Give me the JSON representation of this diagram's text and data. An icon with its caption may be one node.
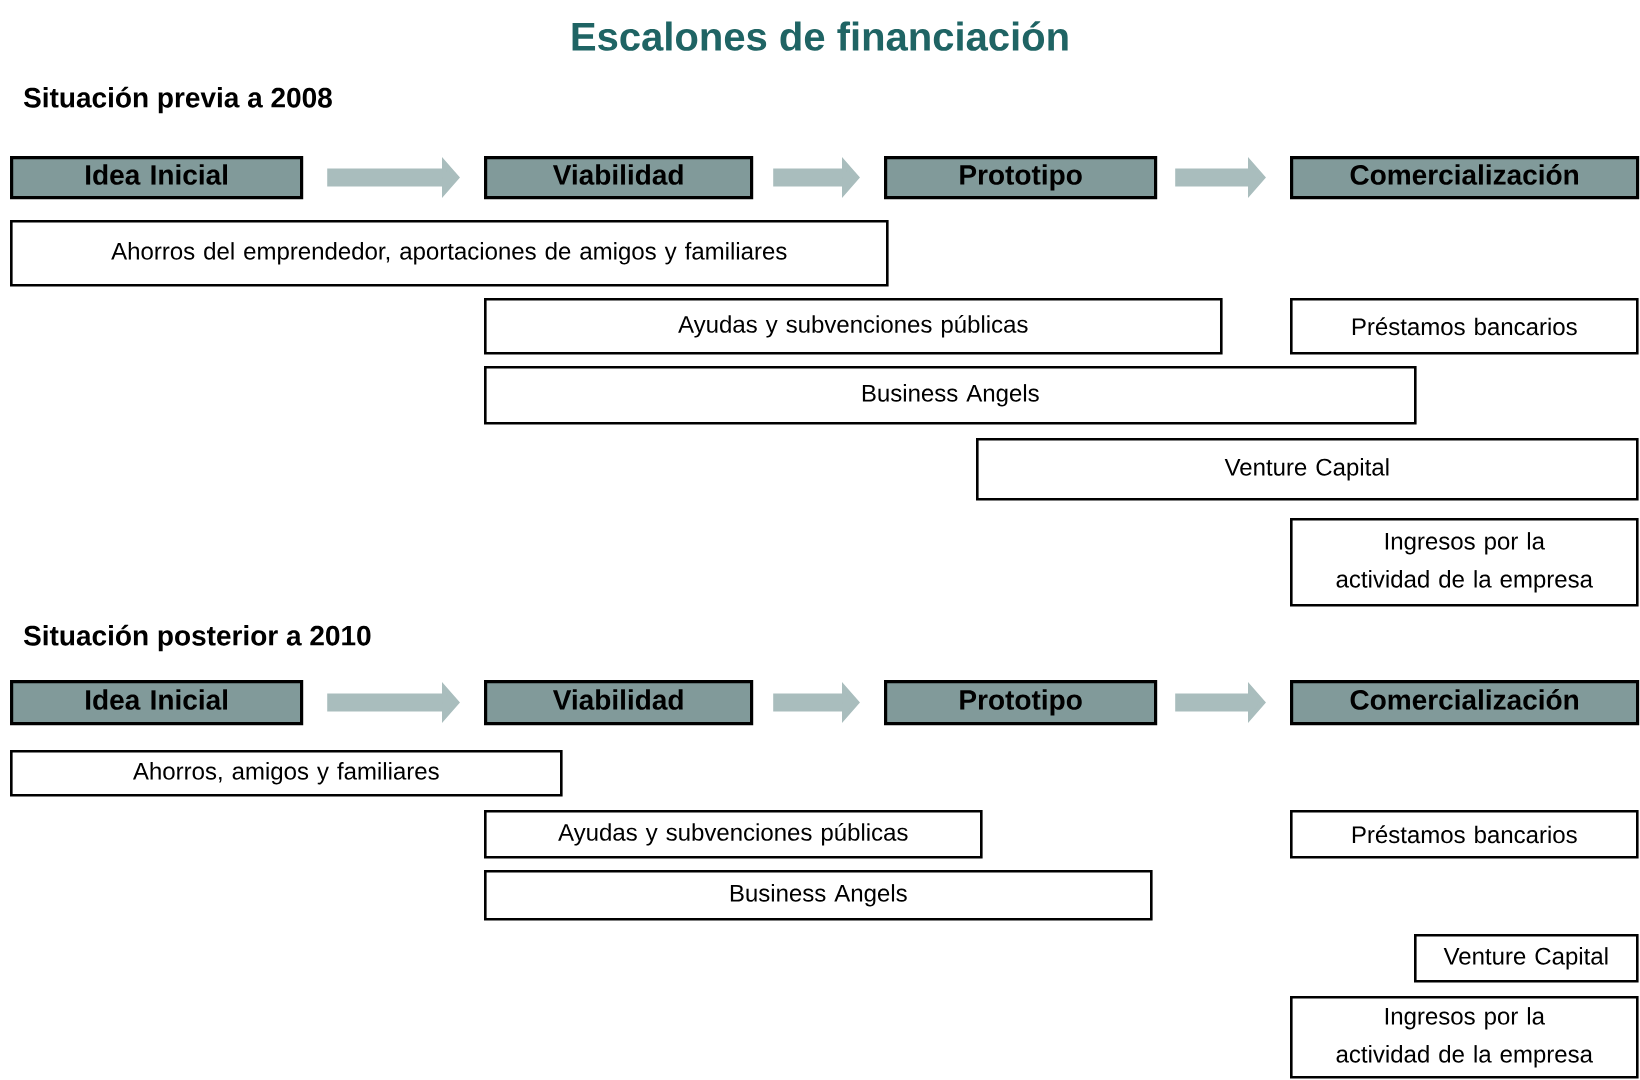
{
  "diagram": {
    "title": "Escalones de financiación",
    "nodes": [
      {
        "text": [
          "Idea Inicial"
        ]
      },
      {
        "text": [
          "Viabilidad"
        ]
      },
      {
        "text": [
          "Prototipo"
        ]
      },
      {
        "text": [
          "Comercialización"
        ]
      },
      {
        "text": [
          "Ahorros del emprendedor, aportaciones de amigos y familiares"
        ]
      },
      {
        "text": [
          "Ayudas y subvenciones públicas"
        ]
      },
      {
        "text": [
          "Préstamos bancarios"
        ]
      },
      {
        "text": [
          "Business Angels"
        ]
      },
      {
        "text": [
          "Venture Capital"
        ]
      },
      {
        "text": [
          "Ingresos por la actividad de la empresa"
        ]
      },
      {
        "text": [
          "Idea Inicial"
        ]
      },
      {
        "text": [
          "Viabilidad"
        ]
      },
      {
        "text": [
          "Prototipo"
        ]
      },
      {
        "text": [
          "Comercialización"
        ]
      },
      {
        "text": [
          "Ahorros, amigos y familiares"
        ]
      },
      {
        "text": [
          "Ayudas y subvenciones públicas"
        ]
      },
      {
        "text": [
          "Préstamos bancarios"
        ]
      },
      {
        "text": [
          "Business Angels"
        ]
      },
      {
        "text": [
          "Venture Capital"
        ]
      },
      {
        "text": [
          "Ingresos por la actividad de la empresa"
        ]
      }
    ],
    "edges": [
      {
        "from": 0,
        "to": 1,
        "arrow": "to"
      },
      {
        "from": 1,
        "to": 2,
        "arrow": "to"
      },
      {
        "from": 2,
        "to": 3,
        "arrow": "to"
      },
      {
        "from": 10,
        "to": 11,
        "arrow": "to"
      },
      {
        "from": 11,
        "to": 12,
        "arrow": "to"
      },
      {
        "from": 12,
        "to": 13,
        "arrow": "to"
      }
    ],
    "labels": [
      "Situación previa a 2008",
      "Situación posterior a 2010"
    ]
  }
}
